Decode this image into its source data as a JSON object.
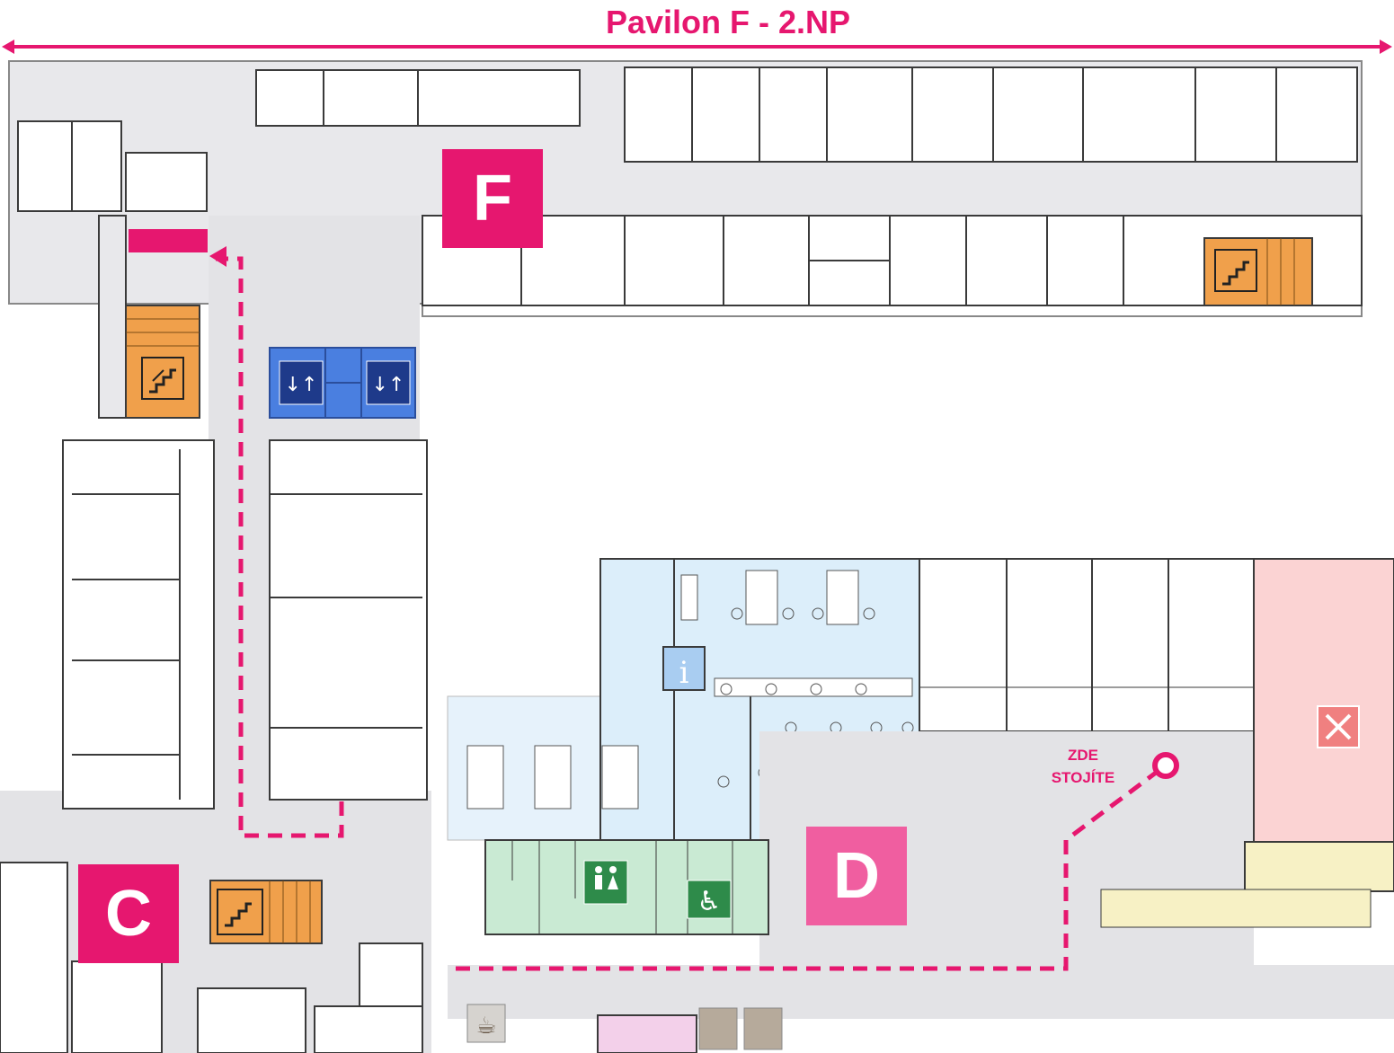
{
  "map": {
    "title": "Pavilon F  - 2.NP",
    "pavilions": [
      {
        "key": "F",
        "label": "F"
      },
      {
        "key": "C",
        "label": "C"
      },
      {
        "key": "D",
        "label": "D"
      }
    ],
    "you_are_here": {
      "line1": "ZDE",
      "line2": "STOJÍTE"
    },
    "icons": [
      "staircase-icon",
      "elevator-icon",
      "information-icon",
      "restroom-icon",
      "wheelchair-icon",
      "restaurant-icon",
      "coffee-icon",
      "baby-bottle-icon",
      "snack-icon"
    ],
    "colors": {
      "accent": "#e6176f",
      "pavilion_d": "#f05ea0",
      "corridor": "#e3e3e6",
      "stairs": "#f0a04b",
      "elevator": "#4a7fe0",
      "elevator_dark": "#1e3a8a",
      "info_area": "#dceefa",
      "restroom_area": "#c9ead3",
      "restaurant_area": "#fbd3d3",
      "wall": "#3a3a3a"
    }
  }
}
